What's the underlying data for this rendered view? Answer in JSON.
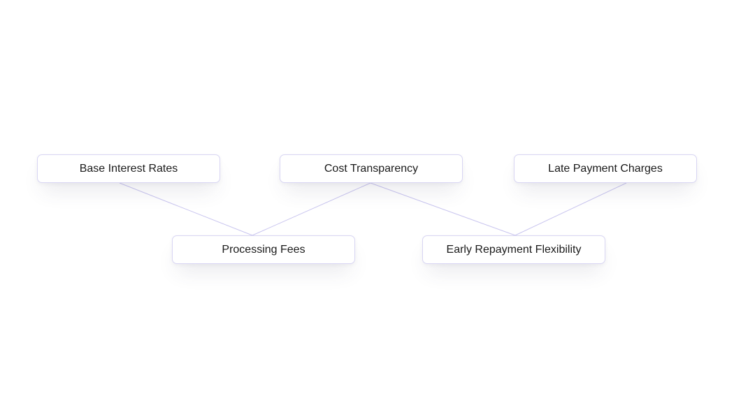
{
  "diagram": {
    "nodes": [
      {
        "id": "base",
        "label": "Base Interest Rates"
      },
      {
        "id": "cost",
        "label": "Cost Transparency"
      },
      {
        "id": "late",
        "label": "Late Payment Charges"
      },
      {
        "id": "proc",
        "label": "Processing Fees"
      },
      {
        "id": "early",
        "label": "Early Repayment Flexibility"
      }
    ],
    "edges": [
      {
        "from": "base",
        "to": "proc"
      },
      {
        "from": "cost",
        "to": "proc"
      },
      {
        "from": "cost",
        "to": "early"
      },
      {
        "from": "late",
        "to": "early"
      }
    ],
    "colors": {
      "node_border": "#d8d5f3",
      "connector": "#c9c5ef",
      "text": "#1a1a1a",
      "background": "#ffffff"
    }
  }
}
